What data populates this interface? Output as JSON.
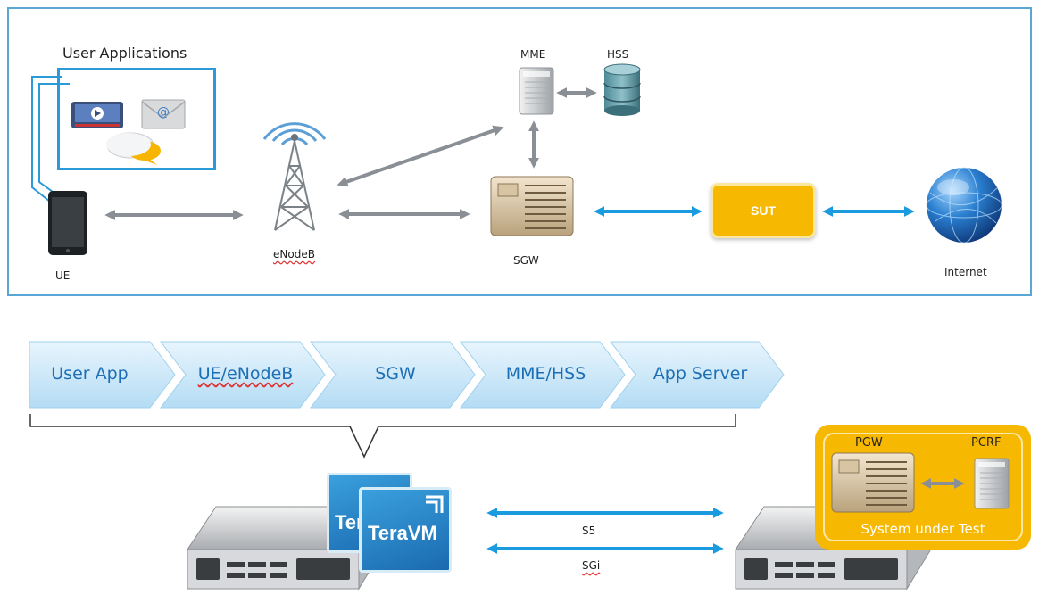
{
  "top_diagram": {
    "user_applications_label": "User Applications",
    "ue_label": "UE",
    "enodeb_label": "eNodeB",
    "mme_label": "MME",
    "hss_label": "HSS",
    "sgw_label": "SGW",
    "sut_label": "SUT",
    "internet_label": "Internet"
  },
  "flow": {
    "steps": [
      "User App",
      "UE/eNodeB",
      "SGW",
      "MME/HSS",
      "App Server"
    ]
  },
  "bottom_diagram": {
    "teravm_back_label": "Ter",
    "teravm_label": "TeraVM",
    "s5_label": "S5",
    "sgi_label": "SGi",
    "pgw_label": "PGW",
    "pcrf_label": "PCRF",
    "system_under_test_label": "System under Test"
  },
  "colors": {
    "frame_border": "#5aa6d6",
    "blue_arrow": "#1a9be0",
    "gray_arrow": "#8a8f96",
    "highlight": "#f6b800",
    "chevron_fill": "#cfe9f9",
    "chevron_text": "#1d6fb5"
  },
  "icons": [
    "video-player-icon",
    "email-icon",
    "chat-bubbles-icon",
    "smartphone-icon",
    "cell-tower-icon",
    "server-icon",
    "database-icon",
    "globe-icon",
    "rack-server-icon"
  ]
}
